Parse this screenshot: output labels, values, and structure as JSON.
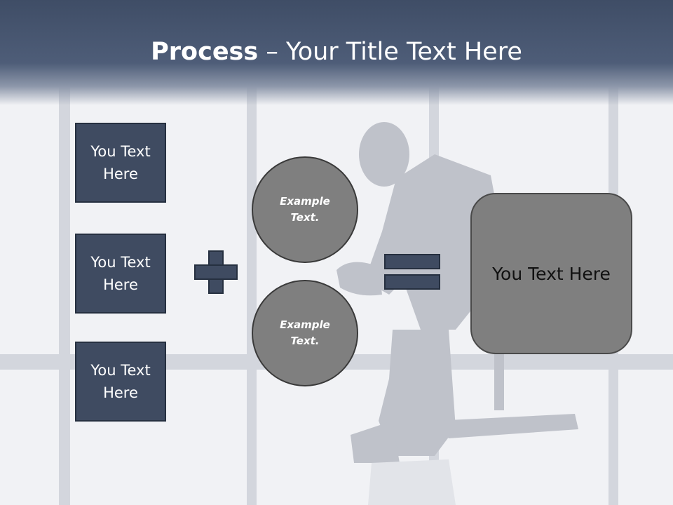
{
  "slide": {
    "title_bold": "Process",
    "title_rest": " – Your Title Text Here",
    "left_boxes": [
      "You Text Here",
      "You Text Here",
      "You Text Here"
    ],
    "circles": [
      "Example Text.",
      "Example Text."
    ],
    "result": "You Text Here"
  },
  "colors": {
    "header": "#4e5d78",
    "box_fill": "#3f4b61",
    "circle_fill": "#7f7f7f",
    "background": "#f1f2f5"
  },
  "icons": [
    "plus-icon",
    "equals-icon"
  ]
}
